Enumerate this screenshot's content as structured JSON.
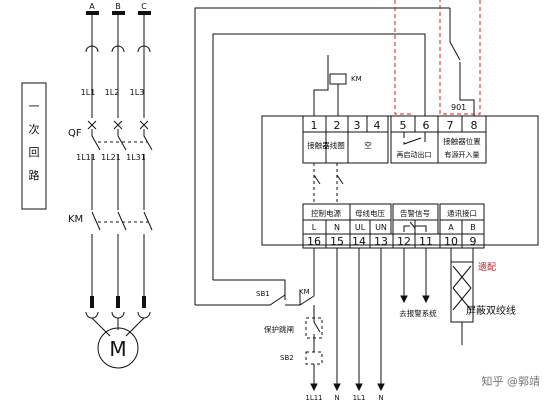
{
  "phases": [
    "A",
    "B",
    "C"
  ],
  "fuse_labels": [
    "1L1",
    "1L2",
    "1L3"
  ],
  "qf_labels": [
    "1L11",
    "1L21",
    "1L31"
  ],
  "left_box": "一次回路",
  "qf": "QF",
  "km": "KM",
  "motor": "M",
  "km_coil": "KM",
  "label_901": "901",
  "terminals_top": [
    "1",
    "2",
    "3",
    "4",
    "5",
    "6",
    "7",
    "8"
  ],
  "top_labels": {
    "coil": "接触器线圈",
    "empty": "空",
    "restart": "再启动出口",
    "position": "接触器位置",
    "position_sub": "有源开入量"
  },
  "group_labels": {
    "power": "控制电源",
    "bus": "母线电压",
    "alarm": "告警信号",
    "comm": "通讯接口"
  },
  "sub_labels": [
    "L",
    "N",
    "UL",
    "UN",
    "",
    "",
    "A",
    "B"
  ],
  "terminals_bottom": [
    "16",
    "15",
    "14",
    "13",
    "12",
    "11",
    "10",
    "9"
  ],
  "sb1": "SB1",
  "km_contact": "KM",
  "protect": "保护跳闸",
  "sb2": "SB2",
  "alarm_system": "去报警系统",
  "shield": "屏蔽双绞线",
  "stamp": "遗配",
  "bottom_labels": [
    "1L11",
    "N",
    "1L1",
    "N"
  ],
  "watermark": "知乎 @郭靖"
}
